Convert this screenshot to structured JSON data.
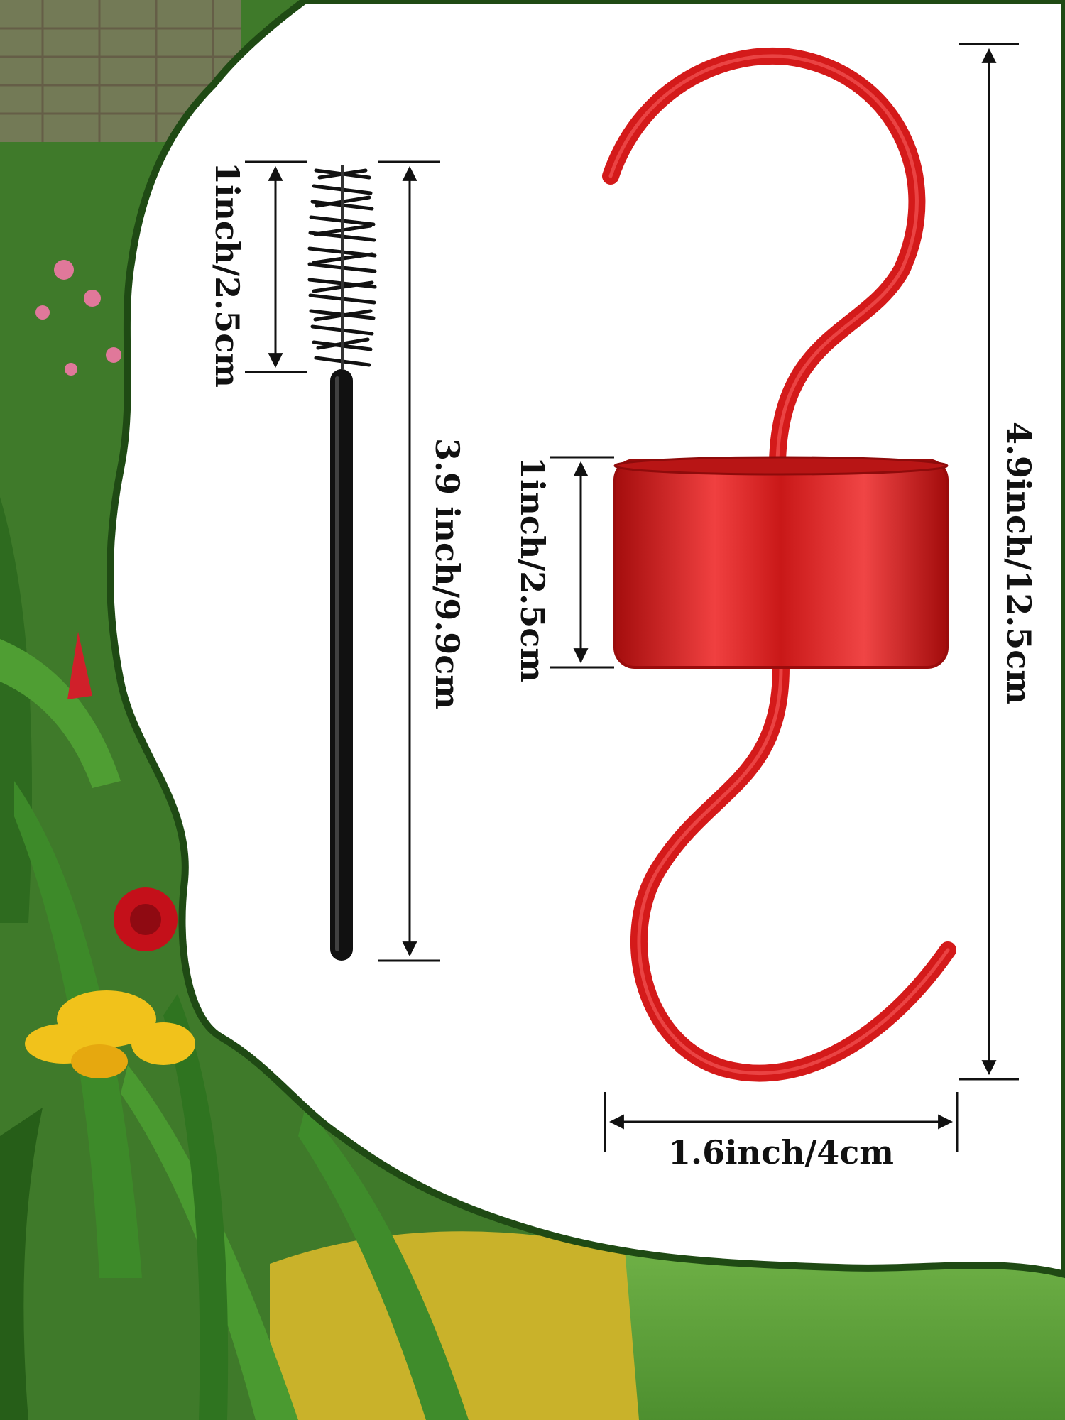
{
  "brush": {
    "tip_length_label": "1inch/2.5cm",
    "total_length_label": "3.9 inch/9.9cm"
  },
  "hook": {
    "cup_height_label": "1inch/2.5cm",
    "total_height_label": "4.9inch/12.5cm",
    "width_label": "1.6inch/4cm"
  },
  "colors": {
    "hook_red": "#d41a1a",
    "cup_red": "#e02424",
    "brush_black": "#111111",
    "panel_white": "#ffffff",
    "panel_border": "#1f4a14",
    "grass_green": "#5aa33a",
    "garden_green": "#3f7a2a",
    "flower_yellow": "#f1c21b",
    "flower_red": "#c4101a"
  }
}
